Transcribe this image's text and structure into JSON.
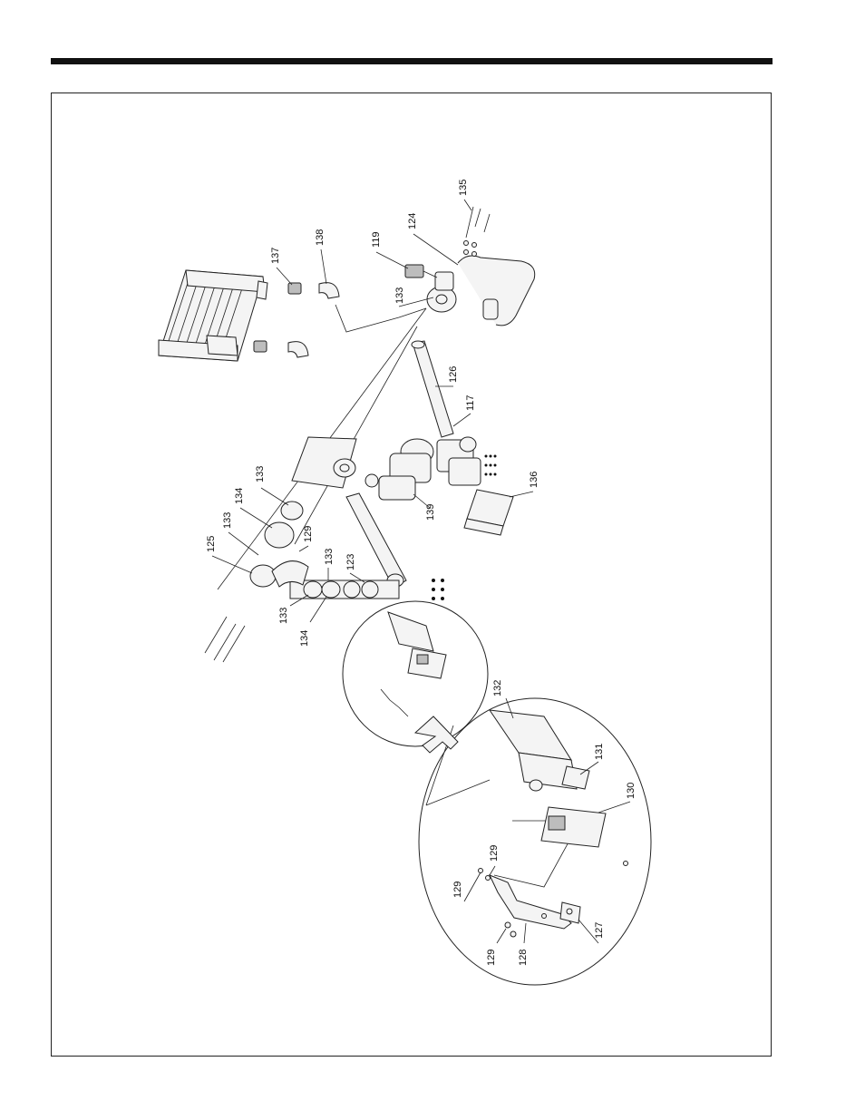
{
  "labels": {
    "l135": "135",
    "l124": "124",
    "l119": "119",
    "l138": "138",
    "l137": "137",
    "l133a": "133",
    "l126": "126",
    "l117": "117",
    "l136": "136",
    "l139": "139",
    "l133b": "133",
    "l134a": "134",
    "l133c": "133",
    "l129a": "129",
    "l125": "125",
    "l133d": "133",
    "l123": "123",
    "l133e": "133",
    "l134b": "134",
    "l132": "132",
    "l131": "131",
    "l130": "130",
    "l129b": "129",
    "l129c": "129",
    "l129d": "129",
    "l128": "128",
    "l127": "127"
  }
}
